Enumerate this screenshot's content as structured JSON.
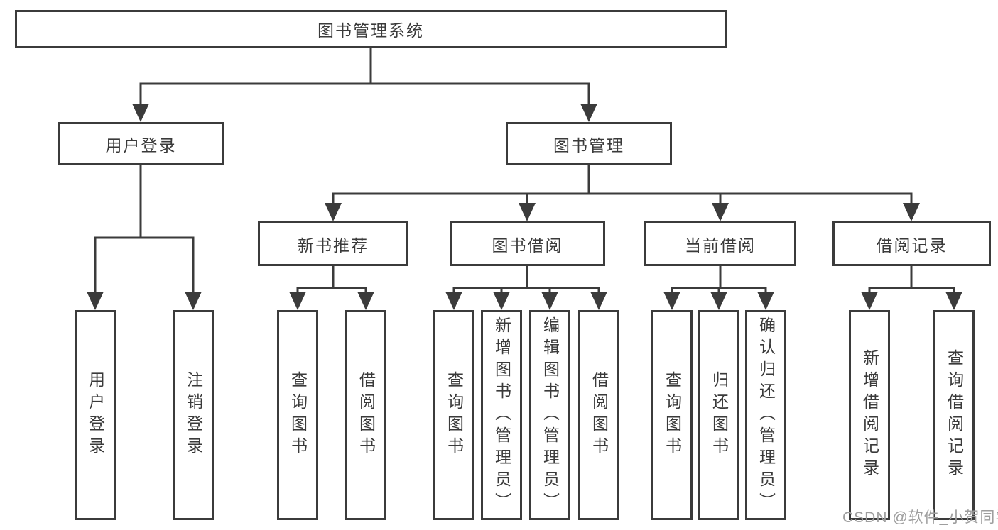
{
  "tree": {
    "label": "图书管理系统",
    "children": [
      {
        "label": "用户登录",
        "children": [
          {
            "label": "用户登录"
          },
          {
            "label": "注销登录"
          }
        ]
      },
      {
        "label": "图书管理",
        "children": [
          {
            "label": "新书推荐",
            "children": [
              {
                "label": "查询图书"
              },
              {
                "label": "借阅图书"
              }
            ]
          },
          {
            "label": "图书借阅",
            "children": [
              {
                "label": "查询图书"
              },
              {
                "label": "新增图书（管理员）"
              },
              {
                "label": "编辑图书（管理员）"
              },
              {
                "label": "借阅图书"
              }
            ]
          },
          {
            "label": "当前借阅",
            "children": [
              {
                "label": "查询图书"
              },
              {
                "label": "归还图书"
              },
              {
                "label": "确认归还（管理员）"
              }
            ]
          },
          {
            "label": "借阅记录",
            "children": [
              {
                "label": "新增借阅记录"
              },
              {
                "label": "查询借阅记录"
              }
            ]
          }
        ]
      }
    ]
  },
  "watermark": {
    "text": "CSDN @软件_小贺同学"
  },
  "colors": {
    "line": "#3b3b3b",
    "text": "#3a3a3a",
    "box_background": "#ffffff",
    "watermark": "#9e9e9e"
  }
}
